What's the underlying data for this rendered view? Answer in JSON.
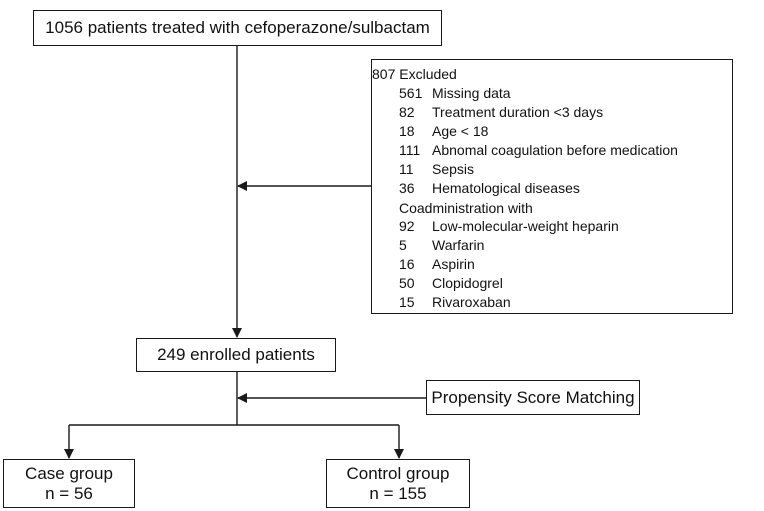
{
  "top_box": "1056 patients  treated with cefoperazone/sulbactam",
  "excluded": {
    "title": "807 Excluded",
    "items_before": [
      {
        "count": "561",
        "label": "Missing data"
      },
      {
        "count": "82",
        "label": "Treatment duration <3 days"
      },
      {
        "count": "18",
        "label": "Age < 18"
      },
      {
        "count": "111",
        "label": "Abnomal coagulation before medication"
      },
      {
        "count": "11",
        "label": "Sepsis"
      },
      {
        "count": "36",
        "label": "Hematological diseases"
      }
    ],
    "coadmin_label": "Coadministration with",
    "items_after": [
      {
        "count": "92",
        "label": "Low-molecular-weight heparin"
      },
      {
        "count": "5",
        "label": "Warfarin"
      },
      {
        "count": "16",
        "label": "Aspirin"
      },
      {
        "count": "50",
        "label": "Clopidogrel"
      },
      {
        "count": "15",
        "label": "Rivaroxaban"
      }
    ]
  },
  "enrolled_box": "249 enrolled patients",
  "psm_box": "Propensity Score Matching",
  "case_group": {
    "title": "Case group",
    "n": "n = 56"
  },
  "control_group": {
    "title": "Control group",
    "n": "n = 155"
  },
  "colors": {
    "line": "#1a1a1a",
    "background": "#ffffff"
  }
}
